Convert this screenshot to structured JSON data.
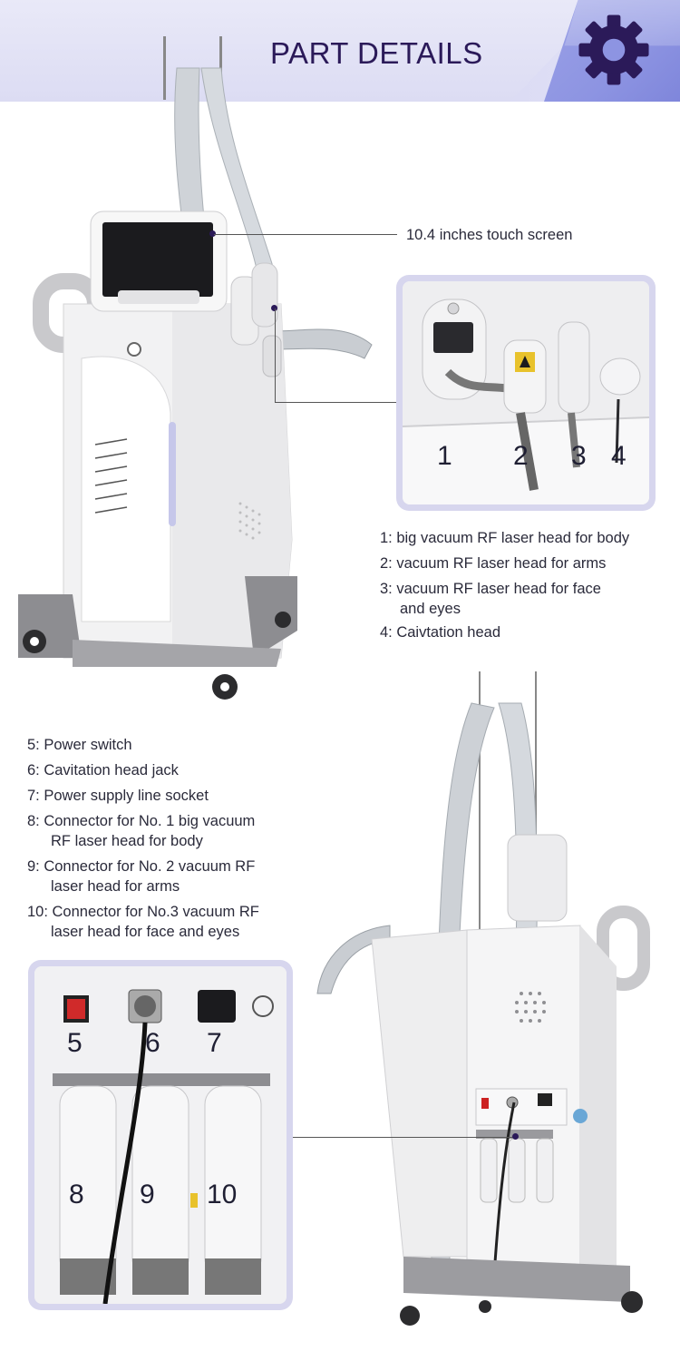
{
  "header": {
    "title": "PART DETAILS",
    "icon": "gear-icon",
    "colors": {
      "banner": "#d6d6f2",
      "wedge": "#8d94e2",
      "title": "#2b1a59",
      "gear": "#2b1a59"
    }
  },
  "screen_callout": "10.4 inches touch screen",
  "heads": {
    "numbers": [
      "1",
      "2",
      "3",
      "4"
    ],
    "items": [
      {
        "line1": "1: big vacuum RF laser head for body",
        "line2": ""
      },
      {
        "line1": "2: vacuum RF laser head for arms",
        "line2": ""
      },
      {
        "line1": "3: vacuum RF laser head for face",
        "line2": "and eyes"
      },
      {
        "line1": "4: Caivtation head",
        "line2": ""
      }
    ]
  },
  "connectors": {
    "items": [
      {
        "line1": "5: Power switch",
        "line2": ""
      },
      {
        "line1": "6: Cavitation head jack",
        "line2": ""
      },
      {
        "line1": "7: Power supply line socket",
        "line2": ""
      },
      {
        "line1": "8: Connector for No. 1 big vacuum",
        "line2": "RF laser head for body"
      },
      {
        "line1": "9: Connector for No. 2 vacuum RF",
        "line2": "laser head for arms"
      },
      {
        "line1": "10: Connector for No.3 vacuum RF",
        "line2": "laser head for face and eyes"
      }
    ],
    "panel_numbers": [
      "5",
      "6",
      "7",
      "8",
      "9",
      "10"
    ]
  }
}
